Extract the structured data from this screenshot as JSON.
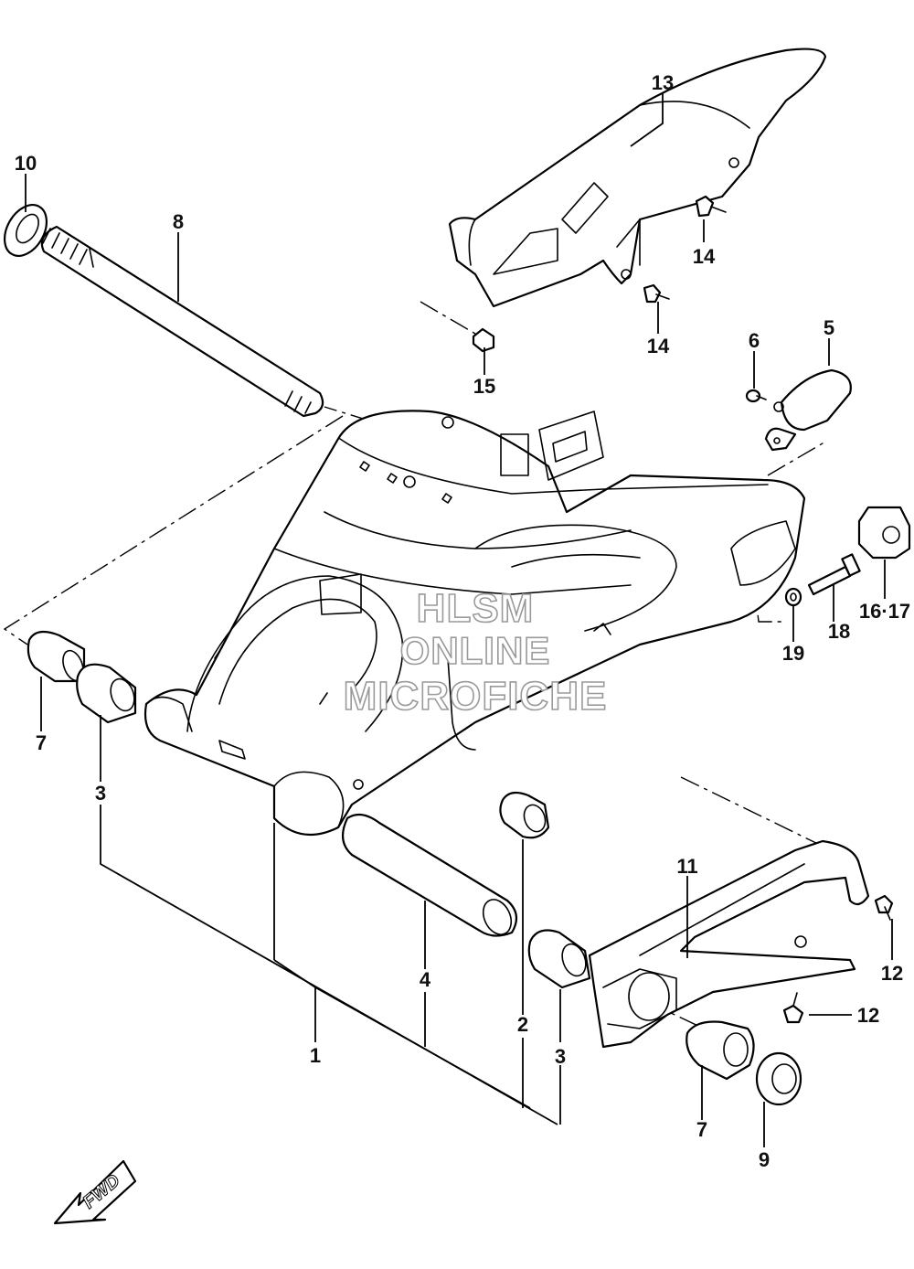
{
  "callouts": {
    "p1": "1",
    "p2": "2",
    "p3a": "3",
    "p3b": "3",
    "p4": "4",
    "p5": "5",
    "p6": "6",
    "p7a": "7",
    "p7b": "7",
    "p8": "8",
    "p9": "9",
    "p10": "10",
    "p11": "11",
    "p12a": "12",
    "p12b": "12",
    "p13": "13",
    "p14a": "14",
    "p14b": "14",
    "p15": "15",
    "p16_17": "16·17",
    "p18": "18",
    "p19": "19"
  },
  "watermark": {
    "line1": "HLSM",
    "line2": "ONLINE",
    "line3": "MICROFICHE"
  },
  "fwd_label": "FWD"
}
